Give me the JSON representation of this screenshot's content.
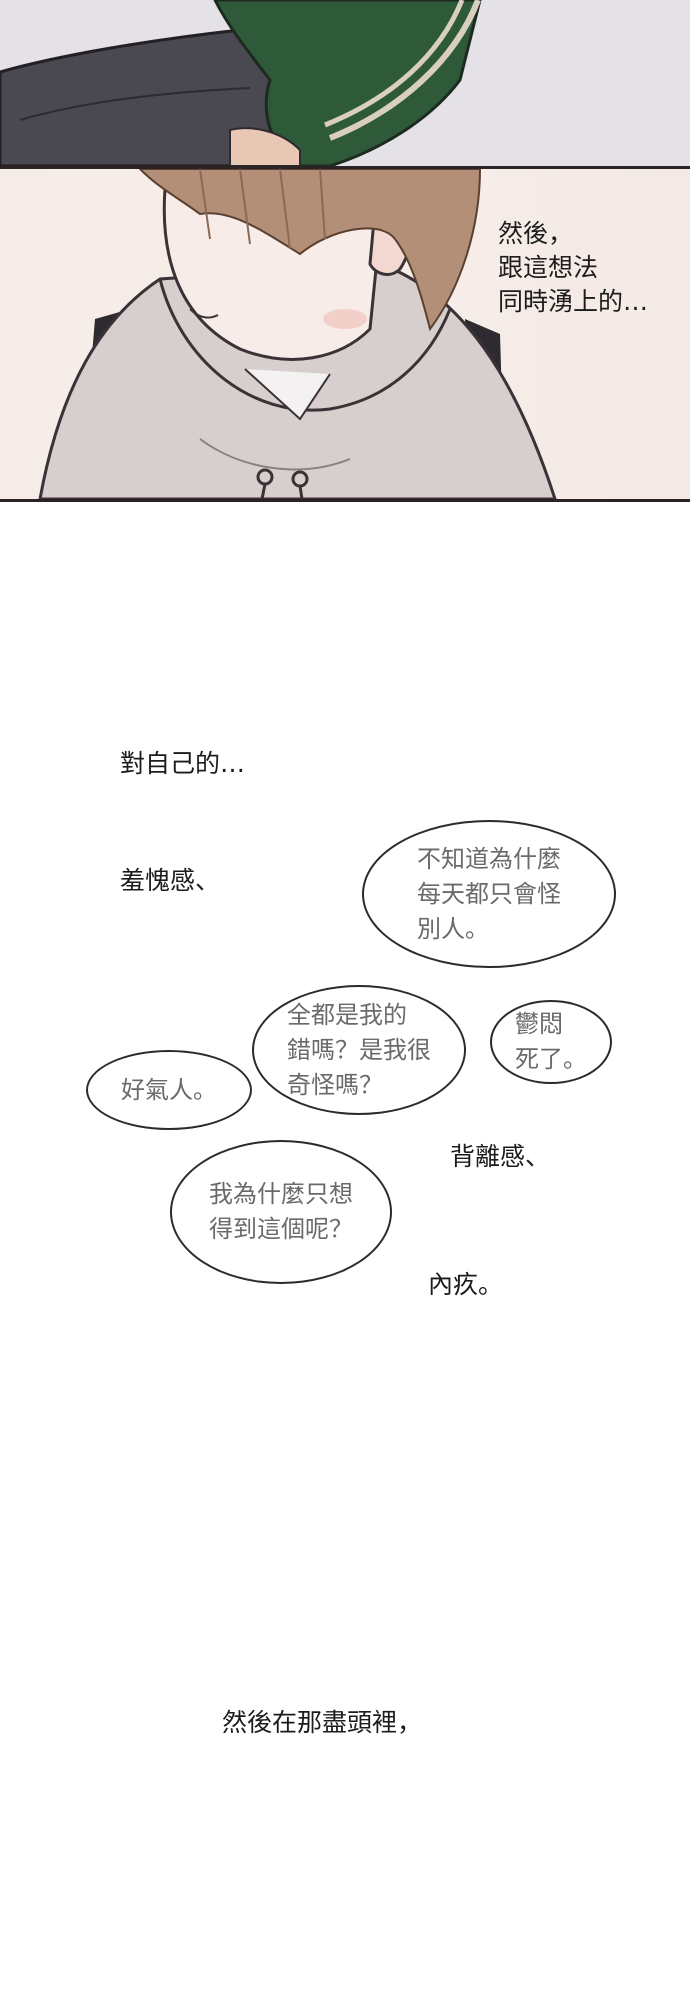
{
  "panel2": {
    "narration": [
      "然後，",
      "跟這想法",
      "同時湧上的…"
    ]
  },
  "captions": {
    "about_self": "對自己的…",
    "shame": "羞愧感、",
    "betrayal": "背離感、",
    "guilt": "內疚。",
    "end": "然後在那盡頭裡，"
  },
  "bubbles": {
    "blame": [
      "不知道為什麼",
      "每天都只會怪",
      "別人。"
    ],
    "my_fault": [
      "全都是我的",
      "錯嗎？是我很",
      "奇怪嗎？"
    ],
    "gloomy": [
      "鬱悶",
      "死了。"
    ],
    "annoying": [
      "好氣人。"
    ],
    "why_me": [
      "我為什麼只想",
      "得到這個呢？"
    ]
  },
  "colors": {
    "jacket_green": "#2f5a3a",
    "hoodie": "#d7cfcd",
    "hair": "#b38f77",
    "skin": "#f8ece8",
    "bubble_text": "#6a6a6a"
  }
}
